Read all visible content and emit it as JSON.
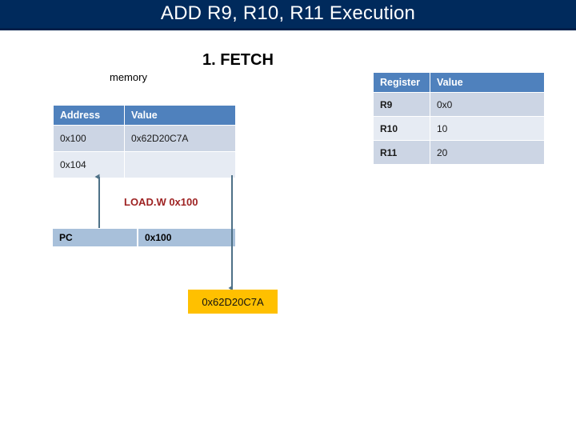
{
  "title": {
    "text": "ADD R9, R10, R11 Execution"
  },
  "step": {
    "label": "1. FETCH"
  },
  "memory": {
    "caption": "memory",
    "columns": [
      "Address",
      "Value"
    ],
    "rows": [
      {
        "address": "0x100",
        "value": "0x62D20C7A"
      },
      {
        "address": "0x104",
        "value": ""
      }
    ]
  },
  "registers": {
    "columns": [
      "Register",
      "Value"
    ],
    "rows": [
      {
        "name": "R9",
        "value": "0x0"
      },
      {
        "name": "R10",
        "value": "10"
      },
      {
        "name": "R11",
        "value": "20"
      }
    ]
  },
  "program_counter": {
    "label": "PC",
    "value": "0x100"
  },
  "instruction": {
    "text": "LOAD.W 0x100"
  },
  "fetched_data": {
    "value": "0x62D20C7A"
  },
  "colors": {
    "title_bar": "#002a5c",
    "table_header": "#4f81bd",
    "row_dark": "#ccd5e4",
    "row_light": "#e6ebf3",
    "pc_cell": "#a8c0da",
    "data_box": "#ffc000",
    "instruction_text": "#9e2323",
    "connector": "#4e7187"
  }
}
